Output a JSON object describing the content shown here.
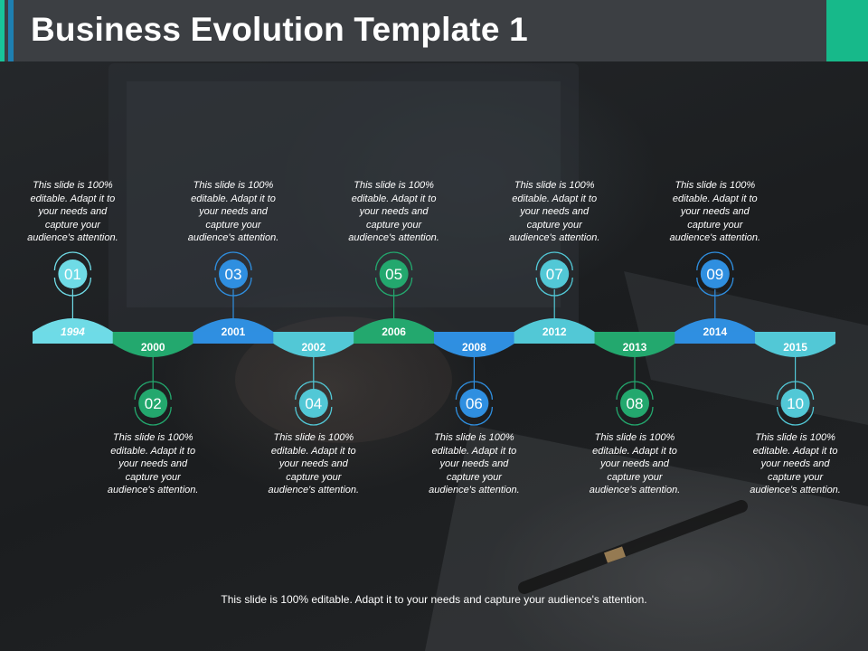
{
  "slide": {
    "title": "Business Evolution Template 1",
    "footer": "This slide is 100% editable. Adapt it to your needs and capture your audience's attention."
  },
  "colors": {
    "teal_light": "#5fd9e6",
    "green": "#23a86e",
    "blue": "#2f8fe0",
    "turquoise": "#52c8d6",
    "accent": "#17b98a"
  },
  "milestones": [
    {
      "number": "01",
      "year": "1994",
      "position": "up",
      "color": "#6fdbe6",
      "year_italic": true,
      "text": [
        "This slide is 100%",
        "editable. Adapt it to",
        "your needs and",
        "capture your",
        "audience's attention."
      ]
    },
    {
      "number": "02",
      "year": "2000",
      "position": "down",
      "color": "#23a86e",
      "text": [
        "This slide is 100%",
        "editable. Adapt it to",
        "your needs and",
        "capture your",
        "audience's attention."
      ]
    },
    {
      "number": "03",
      "year": "2001",
      "position": "up",
      "color": "#2f8fe0",
      "text": [
        "This slide is 100%",
        "editable. Adapt it to",
        "your needs and",
        "capture your",
        "audience's attention."
      ]
    },
    {
      "number": "04",
      "year": "2002",
      "position": "down",
      "color": "#52c8d6",
      "text": [
        "This slide is 100%",
        "editable. Adapt it to",
        "your needs and",
        "capture your",
        "audience's attention."
      ]
    },
    {
      "number": "05",
      "year": "2006",
      "position": "up",
      "color": "#23a86e",
      "text": [
        "This slide is 100%",
        "editable. Adapt it to",
        "your needs and",
        "capture your",
        "audience's attention."
      ]
    },
    {
      "number": "06",
      "year": "2008",
      "position": "down",
      "color": "#2f8fe0",
      "text": [
        "This slide is 100%",
        "editable. Adapt it to",
        "your needs and",
        "capture your",
        "audience's attention."
      ]
    },
    {
      "number": "07",
      "year": "2012",
      "position": "up",
      "color": "#52c8d6",
      "text": [
        "This slide is 100%",
        "editable. Adapt it to",
        "your needs and",
        "capture your",
        "audience's attention."
      ]
    },
    {
      "number": "08",
      "year": "2013",
      "position": "down",
      "color": "#23a86e",
      "text": [
        "This slide is 100%",
        "editable. Adapt it to",
        "your needs and",
        "capture your",
        "audience's attention."
      ]
    },
    {
      "number": "09",
      "year": "2014",
      "position": "up",
      "color": "#2f8fe0",
      "text": [
        "This slide is 100%",
        "editable. Adapt it to",
        "your needs and",
        "capture your",
        "audience's attention."
      ]
    },
    {
      "number": "10",
      "year": "2015",
      "position": "down",
      "color": "#52c8d6",
      "text": [
        "This slide is 100%",
        "editable. Adapt it to",
        "your needs and",
        "capture your",
        "audience's attention."
      ]
    }
  ]
}
